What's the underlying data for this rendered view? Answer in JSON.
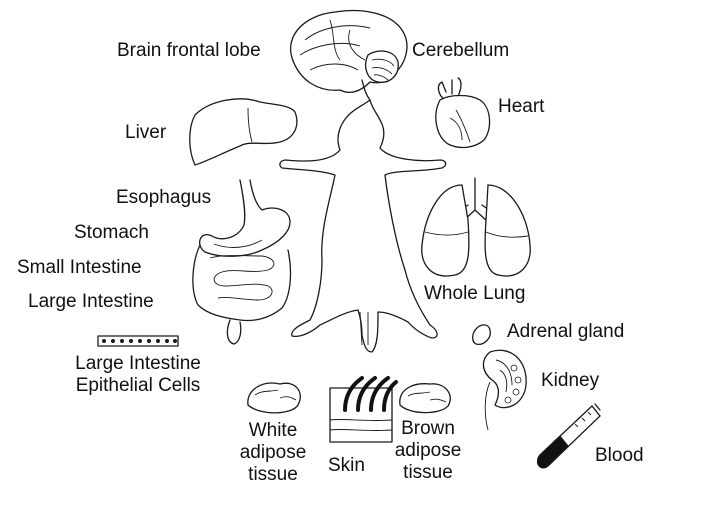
{
  "labels": {
    "brain_frontal_lobe": "Brain frontal lobe",
    "cerebellum": "Cerebellum",
    "heart": "Heart",
    "liver": "Liver",
    "esophagus": "Esophagus",
    "stomach": "Stomach",
    "small_intestine": "Small Intestine",
    "large_intestine": "Large Intestine",
    "large_intestine_epithelial_line1": "Large Intestine",
    "large_intestine_epithelial_line2": "Epithelial Cells",
    "whole_lung": "Whole Lung",
    "adrenal_gland": "Adrenal gland",
    "kidney": "Kidney",
    "blood": "Blood",
    "white_adipose_line1": "White",
    "white_adipose_line2": "adipose",
    "white_adipose_line3": "tissue",
    "skin": "Skin",
    "brown_adipose_line1": "Brown",
    "brown_adipose_line2": "adipose",
    "brown_adipose_line3": "tissue"
  },
  "colors": {
    "ink": "#1a1a1a",
    "blood_fill": "#111111",
    "skin_hair": "#111111",
    "background": "#ffffff"
  }
}
